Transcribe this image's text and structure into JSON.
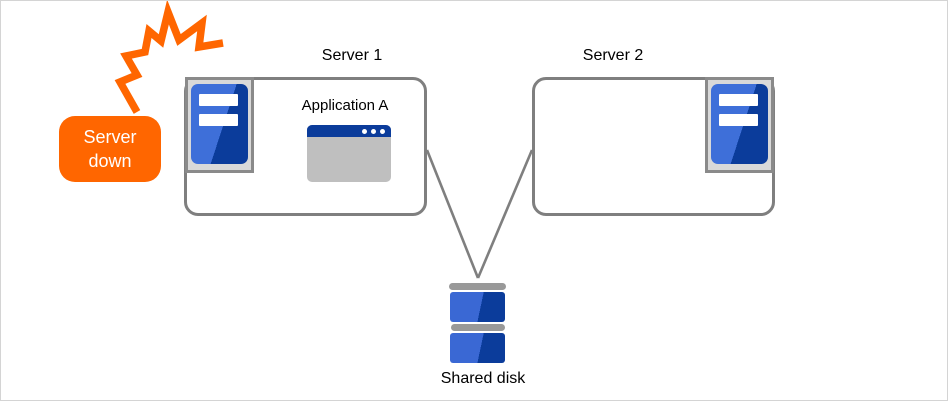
{
  "alert": {
    "line1": "Server",
    "line2": "down"
  },
  "nodes": {
    "server1": {
      "label": "Server 1",
      "application": "Application A"
    },
    "server2": {
      "label": "Server 2"
    },
    "shared_disk": {
      "label": "Shared disk"
    }
  },
  "icons": {
    "crash": "crash-burst-icon",
    "server_tower": "server-tower-icon",
    "application_window": "app-window-icon",
    "shared_disk": "shared-disk-icon"
  },
  "colors": {
    "accent_orange": "#ff6600",
    "tower_blue_light": "#3e6fd9",
    "tower_blue_dark": "#0b3c9b",
    "window_title_blue": "#0b3c9b",
    "window_body_gray": "#bfbfbf",
    "panel_gray": "#d9d9d9",
    "border_gray": "#7f7f7f",
    "disk_bar_gray": "#999999"
  }
}
